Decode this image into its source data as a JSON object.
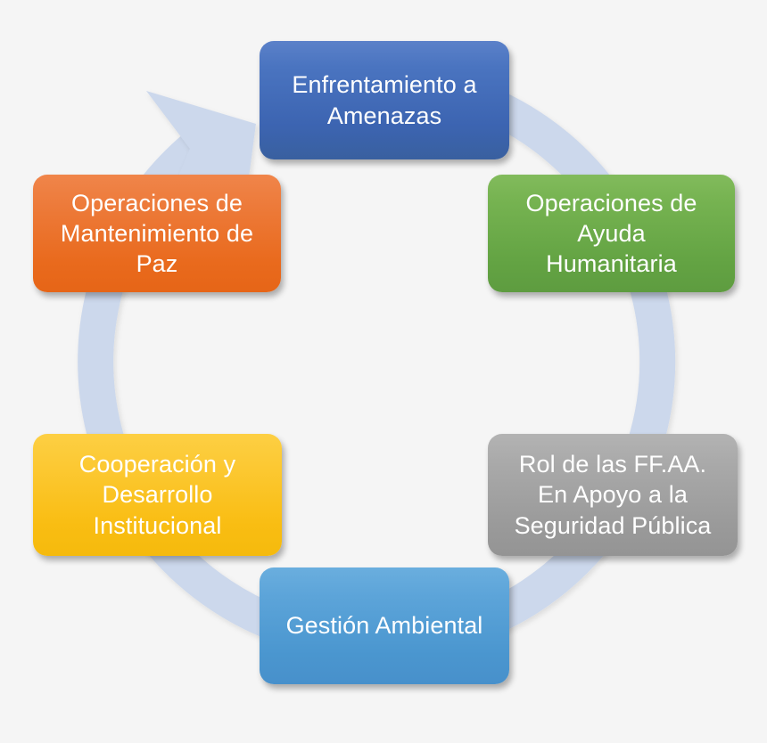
{
  "diagram": {
    "type": "cycle",
    "title": "",
    "background_color": "#f5f5f5",
    "ring": {
      "name": "cycle-arrow-ring",
      "color": "#ccd8ec",
      "direction": "clockwise",
      "arrowhead_target": "Enfrentamiento a Amenazas"
    },
    "nodes": [
      {
        "id": "threats",
        "label": "Enfrentamiento a\nAmenazas",
        "color": "#3c64b1",
        "position": "top"
      },
      {
        "id": "humanitarian",
        "label": "Operaciones de\nAyuda\nHumanitaria",
        "color": "#63a343",
        "position": "upper-right"
      },
      {
        "id": "public-security",
        "label": "Rol de las FF.AA.\nEn Apoyo a la\nSeguridad Pública",
        "color": "#9a9a9a",
        "position": "lower-right"
      },
      {
        "id": "environment",
        "label": "Gestión Ambiental",
        "color": "#4a96cf",
        "position": "bottom"
      },
      {
        "id": "cooperation",
        "label": "Cooperación y\nDesarrollo\nInstitucional",
        "color": "#f9bd12",
        "position": "lower-left"
      },
      {
        "id": "peacekeeping",
        "label": "Operaciones de\nMantenimiento de\nPaz",
        "color": "#e96a1d",
        "position": "upper-left"
      }
    ]
  }
}
